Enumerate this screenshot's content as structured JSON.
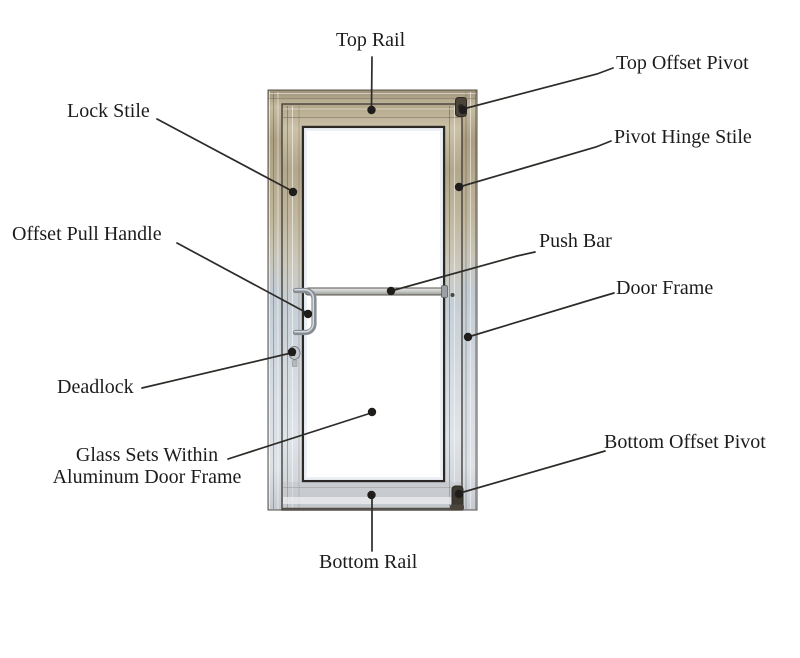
{
  "diagram": {
    "subject": "aluminum-storefront-door-parts",
    "labels": {
      "top_rail": "Top Rail",
      "top_offset_pivot": "Top Offset Pivot",
      "lock_stile": "Lock Stile",
      "pivot_hinge_stile": "Pivot Hinge Stile",
      "offset_pull_handle": "Offset Pull Handle",
      "push_bar": "Push Bar",
      "door_frame": "Door Frame",
      "deadlock": "Deadlock",
      "glass_line_1": "Glass Sets Within",
      "glass_line_2": "Aluminum Door Frame",
      "bottom_offset_pivot": "Bottom Offset Pivot",
      "bottom_rail": "Bottom Rail"
    },
    "colors": {
      "background": "#ffffff",
      "text": "#1c1c1c",
      "leader_line": "#2d2b28",
      "aluminum_tan": "#b3a88c",
      "aluminum_silver": "#ccd4db",
      "hardware_dark": "#433d36"
    }
  }
}
